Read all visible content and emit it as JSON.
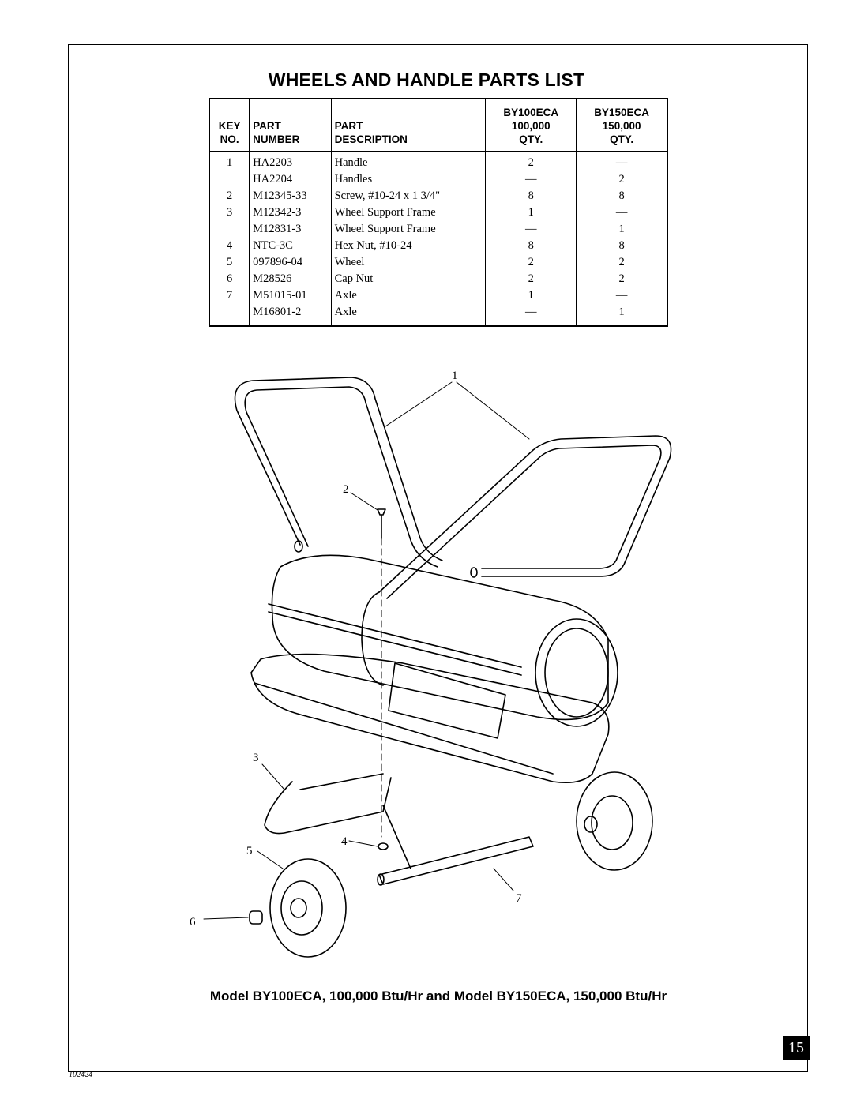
{
  "title": "WHEELS AND HANDLE PARTS LIST",
  "table": {
    "header_rows": [
      [
        "",
        "",
        "",
        "BY100ECA",
        "BY150ECA"
      ],
      [
        "KEY",
        "PART",
        "PART",
        "100,000",
        "150,000"
      ],
      [
        "NO.",
        "NUMBER",
        "DESCRIPTION",
        "QTY.",
        "QTY."
      ]
    ],
    "rows": [
      [
        "1",
        "HA2203",
        "Handle",
        "2",
        "—"
      ],
      [
        "",
        "HA2204",
        "Handles",
        "—",
        "2"
      ],
      [
        "2",
        "M12345-33",
        "Screw, #10-24 x 1 3/4\"",
        "8",
        "8"
      ],
      [
        "3",
        "M12342-3",
        "Wheel Support Frame",
        "1",
        "—"
      ],
      [
        "",
        "M12831-3",
        "Wheel Support Frame",
        "—",
        "1"
      ],
      [
        "4",
        "NTC-3C",
        "Hex Nut, #10-24",
        "8",
        "8"
      ],
      [
        "5",
        "097896-04",
        "Wheel",
        "2",
        "2"
      ],
      [
        "6",
        "M28526",
        "Cap Nut",
        "2",
        "2"
      ],
      [
        "7",
        "M51015-01",
        "Axle",
        "1",
        "—"
      ],
      [
        "",
        "M16801-2",
        "Axle",
        "—",
        "1"
      ]
    ]
  },
  "diagram": {
    "callouts": [
      "1",
      "2",
      "3",
      "4",
      "5",
      "6",
      "7"
    ]
  },
  "subtitle": "Model BY100ECA, 100,000 Btu/Hr and Model BY150ECA, 150,000 Btu/Hr",
  "page_number": "15",
  "doc_number": "102424"
}
